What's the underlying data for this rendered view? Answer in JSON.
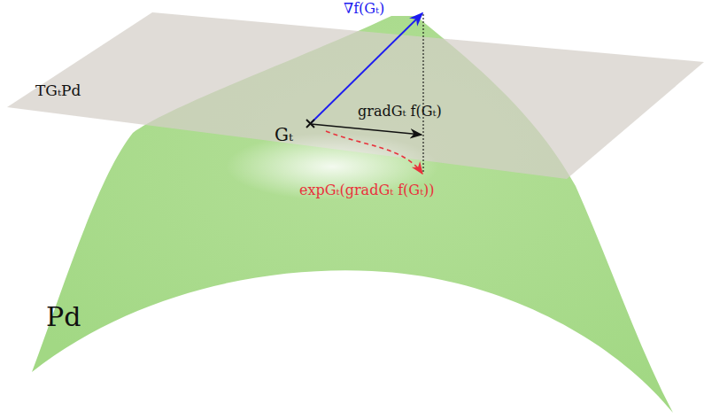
{
  "diagram": {
    "labels": [
      "TGₜPd",
      "∇f(Gₜ)",
      "gradGₜ f(Gₜ)",
      "Gₜ",
      "expGₜ(gradGₜ f(Gₜ))",
      "Pd"
    ]
  }
}
